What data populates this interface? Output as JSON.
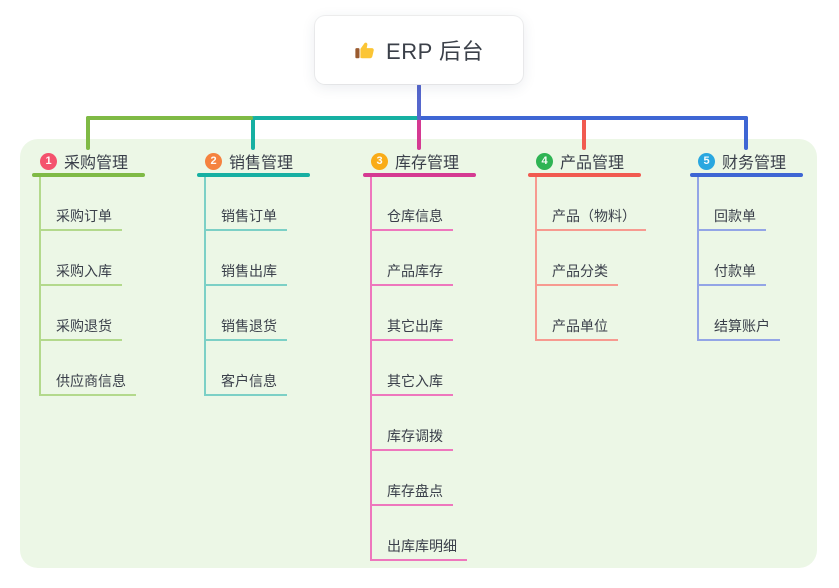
{
  "root": {
    "label": "ERP 后台",
    "icon": "thumbs-up-icon"
  },
  "branches": [
    {
      "num": "1",
      "title": "采购管理",
      "badge_color": "#f4526d",
      "line_color": "#7fba45",
      "sub_line_color": "#b3d98c",
      "items": [
        "采购订单",
        "采购入库",
        "采购退货",
        "供应商信息"
      ]
    },
    {
      "num": "2",
      "title": "销售管理",
      "badge_color": "#f5823f",
      "line_color": "#16b0a2",
      "sub_line_color": "#7cd0c6",
      "items": [
        "销售订单",
        "销售出库",
        "销售退货",
        "客户信息"
      ]
    },
    {
      "num": "3",
      "title": "库存管理",
      "badge_color": "#f9ac18",
      "line_color": "#d53a92",
      "sub_line_color": "#ee77bd",
      "items": [
        "仓库信息",
        "产品库存",
        "其它出库",
        "其它入库",
        "库存调拨",
        "库存盘点",
        "出库库明细"
      ]
    },
    {
      "num": "4",
      "title": "产品管理",
      "badge_color": "#2fb454",
      "line_color": "#f15a50",
      "sub_line_color": "#f79a90",
      "items": [
        "产品（物料）",
        "产品分类",
        "产品单位"
      ]
    },
    {
      "num": "5",
      "title": "财务管理",
      "badge_color": "#29a7e0",
      "line_color": "#3e66d4",
      "sub_line_color": "#93a5e6",
      "items": [
        "回款单",
        "付款单",
        "结算账户"
      ]
    }
  ],
  "colors": {
    "canvas_bg": "#ffffff",
    "card_bg": "#ecf7e6",
    "root_connector": "#5667cd",
    "text": "#3a3f4a"
  }
}
